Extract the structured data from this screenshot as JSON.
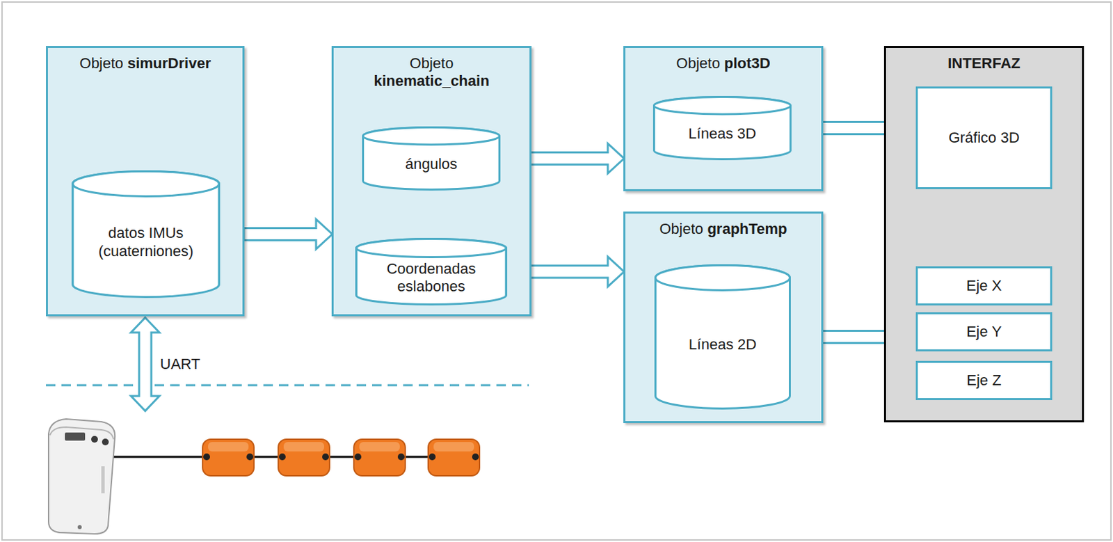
{
  "diagram": {
    "nodes": [
      {
        "text": [
          "Objeto simurDriver"
        ]
      },
      {
        "text": [
          "datos IMUs (cuaterniones)"
        ],
        "in": 0
      },
      {
        "text": [
          "Objeto kinematic_chain"
        ]
      },
      {
        "text": [
          "ángulos"
        ],
        "in": 2
      },
      {
        "text": [
          "Coordenadas eslabones"
        ],
        "in": 2
      },
      {
        "text": [
          "Objeto plot3D"
        ]
      },
      {
        "text": [
          "Líneas 3D"
        ],
        "in": 5
      },
      {
        "text": [
          "Objeto graphTemp"
        ]
      },
      {
        "text": [
          "Líneas 2D"
        ],
        "in": 7
      },
      {
        "text": [
          "INTERFAZ"
        ]
      },
      {
        "text": [
          "Gráfico 3D"
        ],
        "in": 9
      },
      {
        "text": [
          "Eje X"
        ],
        "in": 9
      },
      {
        "text": [
          "Eje Y"
        ],
        "in": 9
      },
      {
        "text": [
          "Eje Z"
        ],
        "in": 9
      }
    ],
    "edges": [
      {
        "from": 0,
        "to": 2,
        "arrow": "to"
      },
      {
        "from": 3,
        "to": 5,
        "arrow": "to"
      },
      {
        "from": 4,
        "to": 7,
        "arrow": "to"
      },
      {
        "from": 6,
        "to": 10,
        "arrow": "to"
      },
      {
        "from": 8,
        "to": 12,
        "arrow": "to"
      }
    ],
    "labels": [
      "UART"
    ]
  }
}
